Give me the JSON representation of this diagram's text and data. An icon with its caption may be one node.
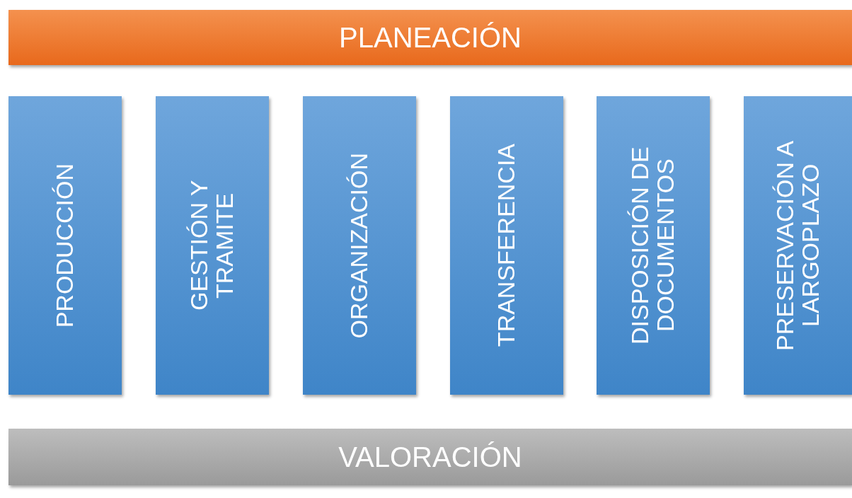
{
  "diagram": {
    "nodes": [
      {
        "text": [
          "PLANEACIÓN"
        ]
      },
      {
        "text": [
          "PRODUCCIÓN"
        ]
      },
      {
        "text": [
          "GESTIÓN Y TRAMITE"
        ]
      },
      {
        "text": [
          "ORGANIZACIÓN"
        ]
      },
      {
        "text": [
          "TRANSFERENCIA"
        ]
      },
      {
        "text": [
          "DISPOSICIÓN DE DOCUMENTOS"
        ]
      },
      {
        "text": [
          "PRESERVACIÓN A LARGOPLAZO"
        ]
      },
      {
        "text": [
          "VALORACIÓN"
        ]
      }
    ]
  }
}
